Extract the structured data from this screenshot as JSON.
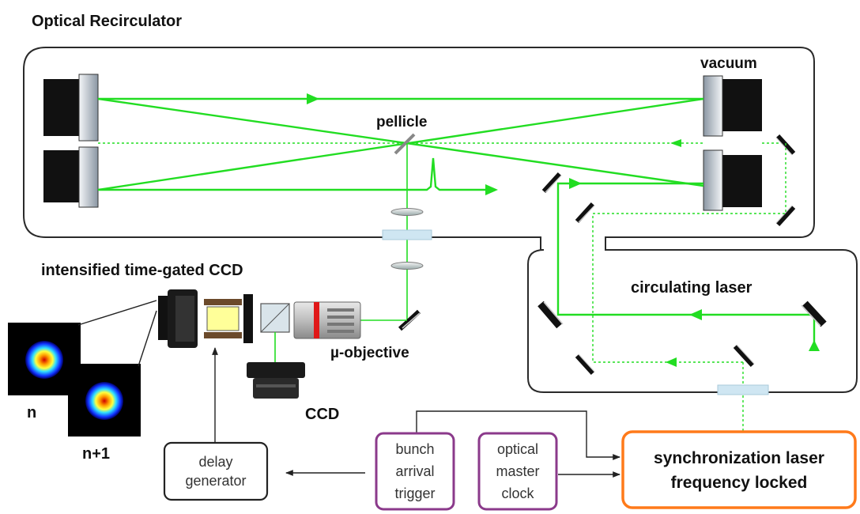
{
  "title": "Optical Recirculator",
  "labels": {
    "vacuum": "vacuum",
    "pellicle": "pellicle",
    "ccd_section": "intensified time-gated CCD",
    "circulating_laser": "circulating laser",
    "objective": "µ-objective",
    "ccd": "CCD",
    "frame_n": "n",
    "frame_n1": "n+1"
  },
  "boxes": {
    "delay_generator": [
      "delay",
      "generator"
    ],
    "bunch_arrival_trigger": [
      "bunch",
      "arrival",
      "trigger"
    ],
    "optical_master_clock": [
      "optical",
      "master",
      "clock"
    ],
    "sync_laser": [
      "synchronization laser",
      "frequency locked"
    ]
  },
  "colors": {
    "beam": "#22dd22",
    "box_purple": "#8b3a8b",
    "box_orange": "#ff7a1a",
    "window": "#cfe6f2"
  }
}
